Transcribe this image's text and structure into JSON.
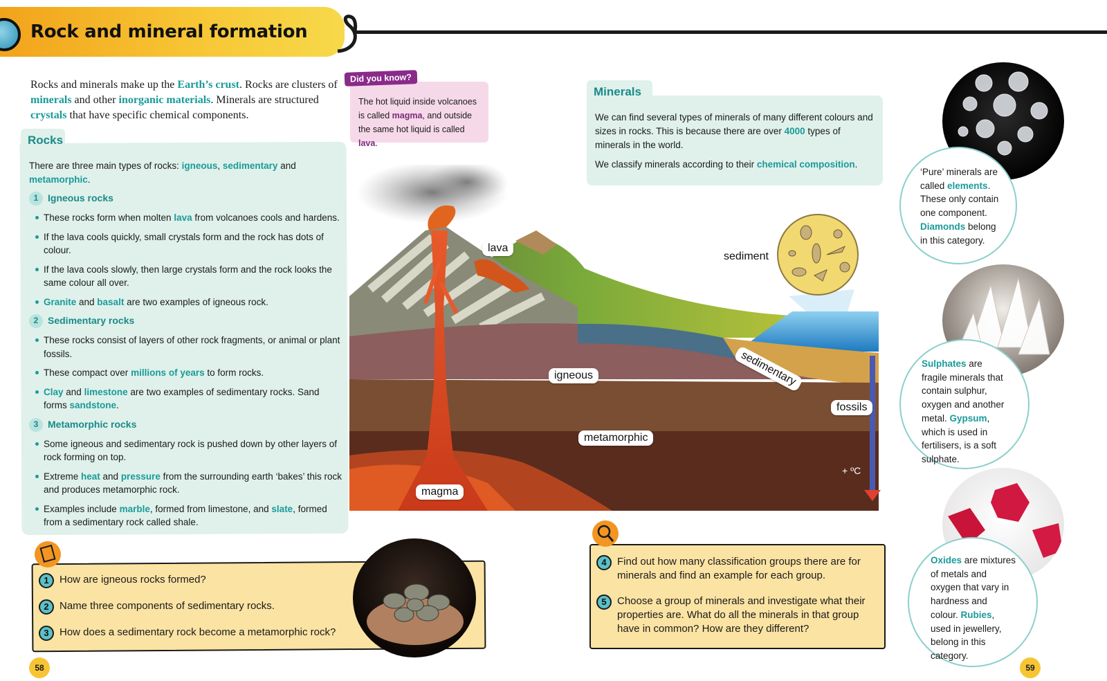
{
  "header": {
    "title": "Rock and mineral formation"
  },
  "intro": {
    "p1": "Rocks and minerals make up the ",
    "k1": "Earth’s crust",
    "p2": ". Rocks are clusters of ",
    "k2": "minerals",
    "p3": " and other ",
    "k3": "inorganic materials",
    "p4": ". Minerals are structured ",
    "k4": "crystals",
    "p5": " that have specific chemical components."
  },
  "rocks": {
    "heading": "Rocks",
    "lead": {
      "t1": "There are three main types of rocks: ",
      "k1": "igneous",
      "t2": ", ",
      "k2": "sedimentary",
      "t3": " and ",
      "k3": "metamorphic",
      "t4": "."
    },
    "igneous": {
      "num": "1",
      "title": "Igneous rocks",
      "b1a": "These rocks form when molten ",
      "b1k": "lava",
      "b1b": " from volcanoes cools and hardens.",
      "b2": "If the lava cools quickly, small crystals form and the rock has dots of colour.",
      "b3": "If the lava cools slowly, then large crystals form and the rock looks the same colour all over.",
      "b4k1": "Granite",
      "b4a": " and ",
      "b4k2": "basalt",
      "b4b": " are two examples of igneous rock."
    },
    "sedimentary": {
      "num": "2",
      "title": "Sedimentary rocks",
      "b1": "These rocks consist of layers of other rock fragments, or animal or plant fossils.",
      "b2a": "These compact over ",
      "b2k": "millions of years",
      "b2b": " to form rocks.",
      "b3k1": "Clay",
      "b3a": " and ",
      "b3k2": "limestone",
      "b3b": " are two examples of sedimentary rocks. Sand forms ",
      "b3k3": "sandstone",
      "b3c": "."
    },
    "metamorphic": {
      "num": "3",
      "title": "Metamorphic rocks",
      "b1": "Some igneous and sedimentary rock is pushed down by other layers of rock forming on top.",
      "b2a": "Extreme ",
      "b2k1": "heat",
      "b2b": " and ",
      "b2k2": "pressure",
      "b2c": " from the surrounding earth ‘bakes’ this rock and produces metamorphic rock.",
      "b3a": "Examples include ",
      "b3k1": "marble",
      "b3b": ", formed from limestone, and ",
      "b3k2": "slate",
      "b3c": ", formed from a sedimentary rock called shale."
    }
  },
  "did_you_know": {
    "tag": "Did you know?",
    "t1": "The hot liquid inside volcanoes is called ",
    "k1": "magma",
    "t2": ", and outside the same hot liquid is called ",
    "k2": "lava",
    "t3": "."
  },
  "minerals": {
    "heading": "Minerals",
    "p1a": "We can find several types of minerals of many different colours and sizes in rocks. This is because there are over ",
    "p1k": "4000",
    "p1b": " types of minerals in the world.",
    "p2a": "We classify minerals according to their ",
    "p2k": "chemical composition",
    "p2b": "."
  },
  "diagram": {
    "labels": {
      "lava": "lava",
      "sediment": "sediment",
      "igneous": "igneous",
      "sedimentary": "sedimentary",
      "fossils": "fossils",
      "metamorphic": "metamorphic",
      "magma": "magma",
      "temperature": "+ ºC"
    }
  },
  "side": {
    "elements": {
      "t1": "‘Pure’ minerals are called ",
      "k1": "elements",
      "t2": ". These only contain one component. ",
      "k2": "Diamonds",
      "t3": " belong in this category."
    },
    "sulphates": {
      "k1": "Sulphates",
      "t1": " are fragile minerals that contain sulphur, oxygen and another metal. ",
      "k2": "Gypsum",
      "t2": ", which is used in fertilisers, is a soft sulphate."
    },
    "oxides": {
      "k1": "Oxides",
      "t1": " are mixtures of metals and oxygen that vary in hardness and colour. ",
      "k2": "Rubies",
      "t2": ", used in jewellery, belong in this category."
    }
  },
  "questions_left": [
    {
      "num": "1",
      "text": "How are igneous rocks formed?"
    },
    {
      "num": "2",
      "text": "Name three components of sedimentary rocks."
    },
    {
      "num": "3",
      "text": "How does a sedimentary rock become a metamorphic rock?"
    }
  ],
  "questions_right": [
    {
      "num": "4",
      "text": "Find out how many classification groups there are for minerals and find an example for each group."
    },
    {
      "num": "5",
      "text": "Choose a group of minerals and investigate what their properties are. What do all the minerals in that group have in common? How are they different?"
    }
  ],
  "pages": {
    "left": "58",
    "right": "59"
  },
  "colors": {
    "accent": "#1a9a9a",
    "highlight_purple": "#7b2a7b",
    "panel_bg": "#dff1ea",
    "header_yellow": "#f7c534",
    "question_bg": "#fbe3a3"
  }
}
